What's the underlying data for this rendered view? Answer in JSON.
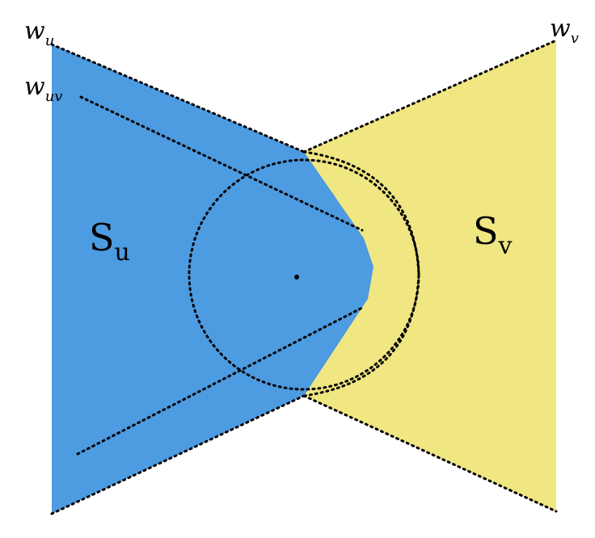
{
  "colors": {
    "region_u": "#4d9be0",
    "region_v": "#f0e682",
    "ink": "#000000"
  },
  "labels": {
    "w_u": {
      "main": "w",
      "sub": "u"
    },
    "w_uv": {
      "main": "w",
      "sub": "uv"
    },
    "w_v": {
      "main": "w",
      "sub": "v"
    },
    "S_u": {
      "main": "S",
      "sub": "u"
    },
    "S_v": {
      "main": "S",
      "sub": "v"
    }
  }
}
